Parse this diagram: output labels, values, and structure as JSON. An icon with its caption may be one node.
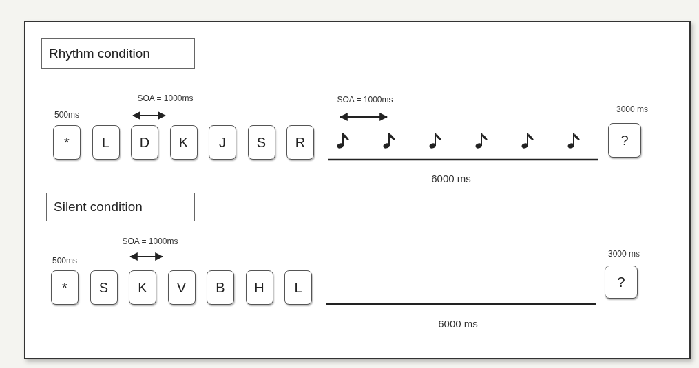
{
  "diagram": {
    "nodes": [
      {
        "text": [
          "Rhythm condition"
        ]
      },
      {
        "text": [
          "*"
        ],
        "beside": [
          "500ms"
        ]
      },
      {
        "text": [
          "L"
        ]
      },
      {
        "text": [
          "D"
        ]
      },
      {
        "text": [
          "K"
        ]
      },
      {
        "text": [
          "J"
        ]
      },
      {
        "text": [
          "S"
        ]
      },
      {
        "text": [
          "R"
        ]
      },
      {
        "text": [
          "?"
        ],
        "beside": [
          "3000 ms"
        ]
      },
      {
        "text": [
          "Silent condition"
        ]
      },
      {
        "text": [
          "*"
        ],
        "beside": [
          "500ms"
        ]
      },
      {
        "text": [
          "S"
        ]
      },
      {
        "text": [
          "K"
        ]
      },
      {
        "text": [
          "V"
        ]
      },
      {
        "text": [
          "B"
        ]
      },
      {
        "text": [
          "H"
        ]
      },
      {
        "text": [
          "L"
        ]
      },
      {
        "text": [
          "?"
        ],
        "beside": [
          "3000 ms"
        ]
      }
    ],
    "labels": [
      "SOA = 1000ms",
      "SOA = 1000ms",
      "6000 ms",
      "SOA = 1000ms",
      "6000 ms"
    ]
  }
}
